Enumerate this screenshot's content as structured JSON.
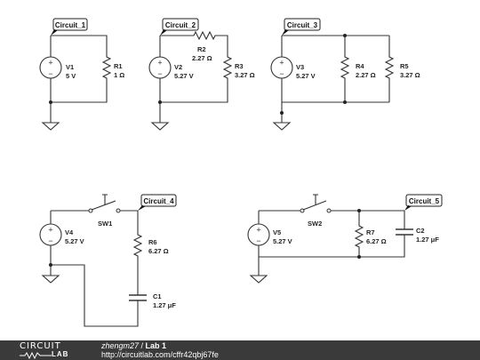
{
  "circuits": {
    "c1": {
      "tag": "Circuit_1",
      "V1": {
        "name": "V1",
        "value": "5 V"
      },
      "R1": {
        "name": "R1",
        "value": "1 Ω"
      }
    },
    "c2": {
      "tag": "Circuit_2",
      "V2": {
        "name": "V2",
        "value": "5.27 V"
      },
      "R2": {
        "name": "R2",
        "value": "2.27 Ω"
      },
      "R3": {
        "name": "R3",
        "value": "3.27 Ω"
      }
    },
    "c3": {
      "tag": "Circuit_3",
      "V3": {
        "name": "V3",
        "value": "5.27 V"
      },
      "R4": {
        "name": "R4",
        "value": "2.27 Ω"
      },
      "R5": {
        "name": "R5",
        "value": "3.27 Ω"
      }
    },
    "c4": {
      "tag": "Circuit_4",
      "V4": {
        "name": "V4",
        "value": "5.27 V"
      },
      "SW1": {
        "name": "SW1"
      },
      "R6": {
        "name": "R6",
        "value": "6.27 Ω"
      },
      "C1": {
        "name": "C1",
        "value": "1.27 μF"
      }
    },
    "c5": {
      "tag": "Circuit_5",
      "V5": {
        "name": "V5",
        "value": "5.27 V"
      },
      "SW2": {
        "name": "SW2"
      },
      "R7": {
        "name": "R7",
        "value": "6.27 Ω"
      },
      "C2": {
        "name": "C2",
        "value": "1.27 μF"
      }
    }
  },
  "symbols": {
    "plus": "+",
    "minus": "−"
  },
  "footer": {
    "logo_top": "CIRCUIT",
    "logo_bottom": "LAB",
    "user": "zhengm27",
    "separator": " / ",
    "title": "Lab 1",
    "url": "http://circuitlab.com/cffr42qbj67fe"
  }
}
